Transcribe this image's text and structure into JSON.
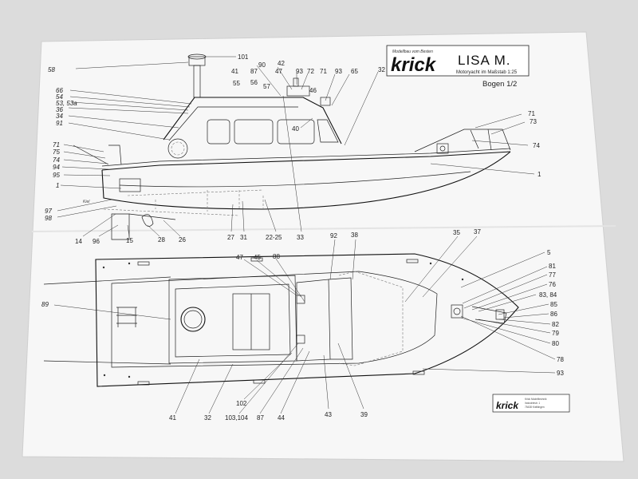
{
  "title_block": {
    "tagline": "Modellbau vom Besten",
    "brand": "krick",
    "model_name": "LISA M.",
    "subtitle": "Motoryacht im Maßstab 1:25",
    "sheet": "Bogen 1/2"
  },
  "footer_block": {
    "brand": "krick",
    "fine_print_1": "Krick Modelltechnik",
    "fine_print_2": "Industriestr. 1",
    "fine_print_3": "75438 Knittlingen"
  },
  "side_view": {
    "small_text": "Kiel",
    "labels_left": [
      "58",
      "66",
      "54",
      "53, 53a",
      "36",
      "34",
      "91",
      "71",
      "75",
      "74",
      "94",
      "95",
      "1",
      "97",
      "98"
    ],
    "labels_top": [
      "101",
      "90",
      "42",
      "41",
      "87",
      "47",
      "93",
      "72",
      "71",
      "93",
      "65",
      "55",
      "56",
      "57",
      "46",
      "32",
      "40"
    ],
    "labels_right": [
      "71",
      "73",
      "74",
      "1"
    ],
    "labels_bottom": [
      "14",
      "96",
      "15",
      "28",
      "26",
      "27",
      "31",
      "22-25",
      "33"
    ]
  },
  "top_view": {
    "labels_top": [
      "92",
      "38",
      "35",
      "37",
      "47",
      "45",
      "88"
    ],
    "labels_left": [
      "89"
    ],
    "labels_right": [
      "5",
      "81",
      "77",
      "76",
      "83, 84",
      "85",
      "86",
      "82",
      "79",
      "80",
      "78",
      "93"
    ],
    "labels_bottom": [
      "102",
      "41",
      "32",
      "103,104",
      "87",
      "44",
      "43",
      "39"
    ]
  }
}
